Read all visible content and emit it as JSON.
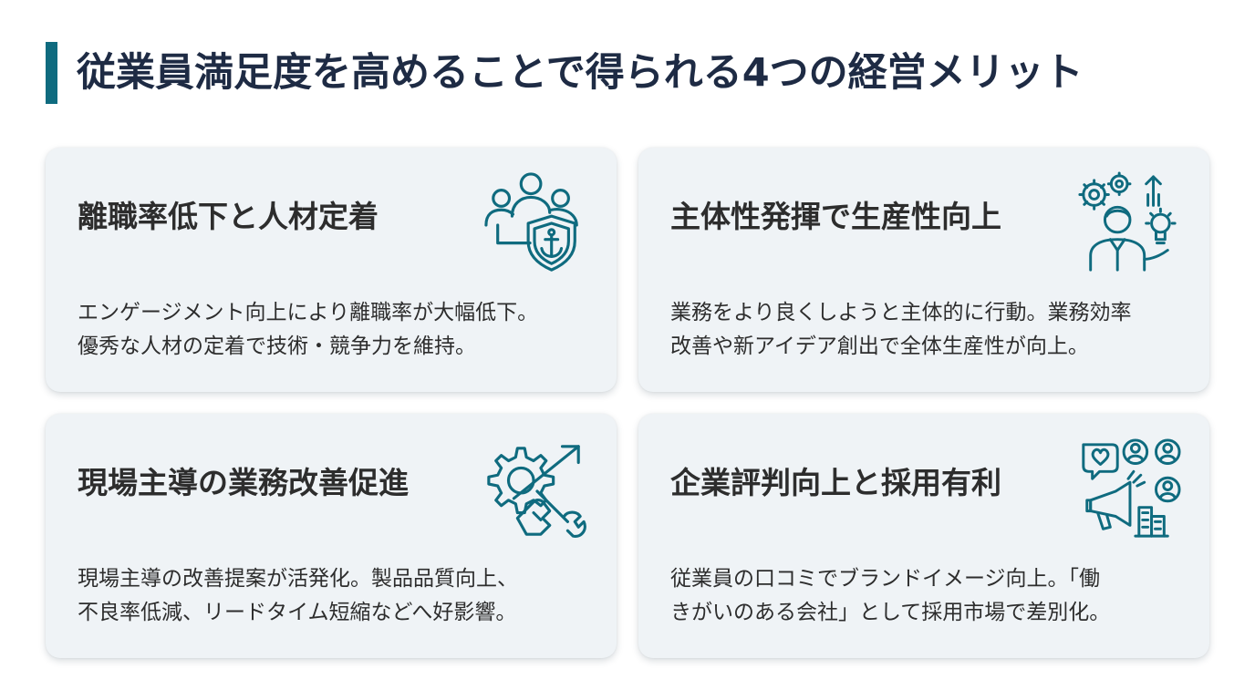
{
  "title": "従業員満足度を高めることで得られる4つの経営メリット",
  "colors": {
    "accent": "#0f6b7f",
    "title_text": "#1e2b44",
    "card_bg": "#eff3f6",
    "body_text": "#2d2d2d"
  },
  "cards": [
    {
      "title": "離職率低下と人材定着",
      "body": [
        "エンゲージメント向上により離職率が大幅低下。",
        "優秀な人材の定着で技術・競争力を維持。"
      ],
      "icon": "team-shield-icon"
    },
    {
      "title": "主体性発揮で生産性向上",
      "body": [
        "業務をより良くしようと主体的に行動。業務効率",
        "改善や新アイデア創出で全体生産性が向上。"
      ],
      "icon": "person-gears-lightbulb-icon"
    },
    {
      "title": "現場主導の業務改善促進",
      "body": [
        "現場主導の改善提案が活発化。製品品質向上、",
        "不良率低減、リードタイム短縮などへ好影響。"
      ],
      "icon": "gear-wrench-arrow-icon"
    },
    {
      "title": "企業評判向上と採用有利",
      "body": [
        "従業員の口コミでブランドイメージ向上。「働",
        "きがいのある会社」として採用市場で差別化。"
      ],
      "icon": "megaphone-reputation-icon"
    }
  ]
}
